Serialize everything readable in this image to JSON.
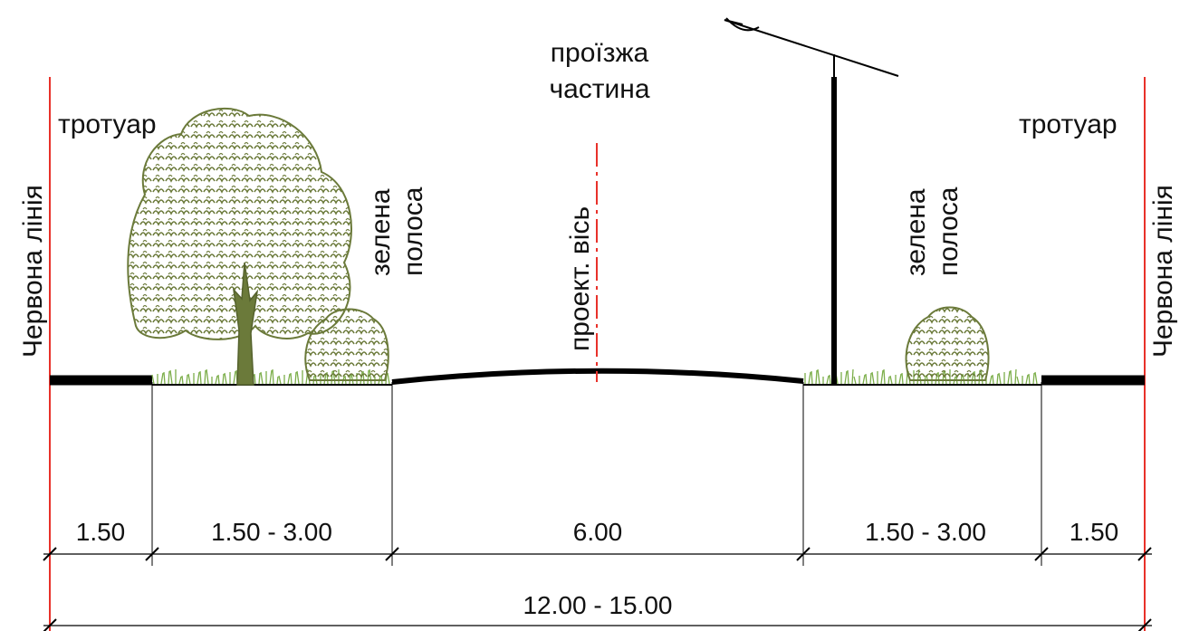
{
  "labels": {
    "red_line_left": "Червона лінія",
    "red_line_right": "Червона лінія",
    "sidewalk_left": "тротуар",
    "sidewalk_right": "тротуар",
    "green_left_1": "зелена",
    "green_left_2": "полоса",
    "green_right_1": "зелена",
    "green_right_2": "полоса",
    "carriageway_1": "проїзжа",
    "carriageway_2": "частина",
    "axis": "проект. вісь"
  },
  "dimensions": {
    "sidewalk_left": "1.50",
    "green_left": "1.50 - 3.00",
    "carriageway": "6.00",
    "green_right": "1.50 - 3.00",
    "sidewalk_right": "1.50",
    "total": "12.00 - 15.00"
  },
  "colors": {
    "red_line": "#e8312a",
    "foliage": "#6b7a3a",
    "grass": "#7cae4a",
    "ink": "#000000"
  },
  "icons": {
    "tree": "deciduous-tree-icon",
    "shrub": "shrub-icon",
    "lamp": "street-lamp-icon"
  }
}
